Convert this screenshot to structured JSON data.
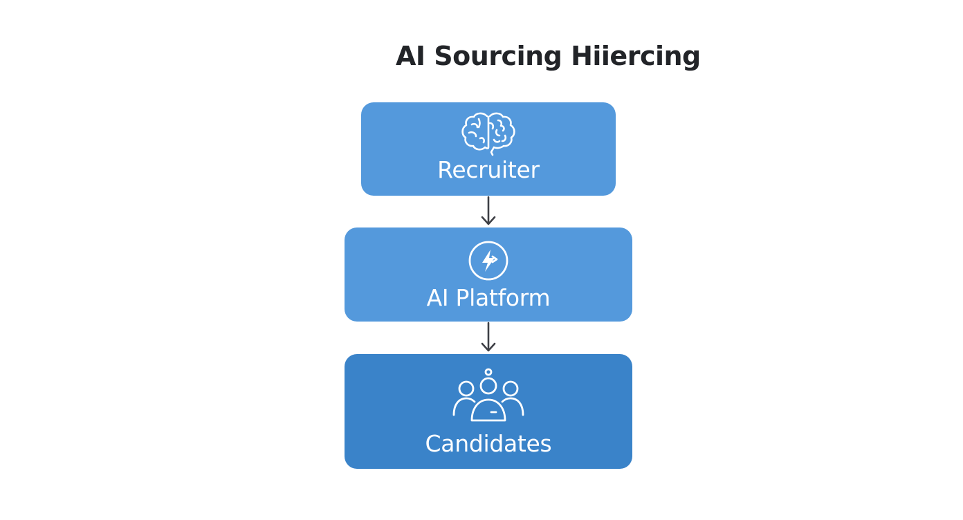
{
  "title": "AI Sourcing Hiiercing",
  "colors": {
    "node_light": "#5499dc",
    "node_dark": "#3a83c9",
    "arrow": "#3d3f45",
    "title": "#222428"
  },
  "nodes": [
    {
      "label": "Recruiter",
      "icon": "brain-icon"
    },
    {
      "label": "AI Platform",
      "icon": "lightning-circle-icon"
    },
    {
      "label": "Candidates",
      "icon": "people-group-icon"
    }
  ]
}
